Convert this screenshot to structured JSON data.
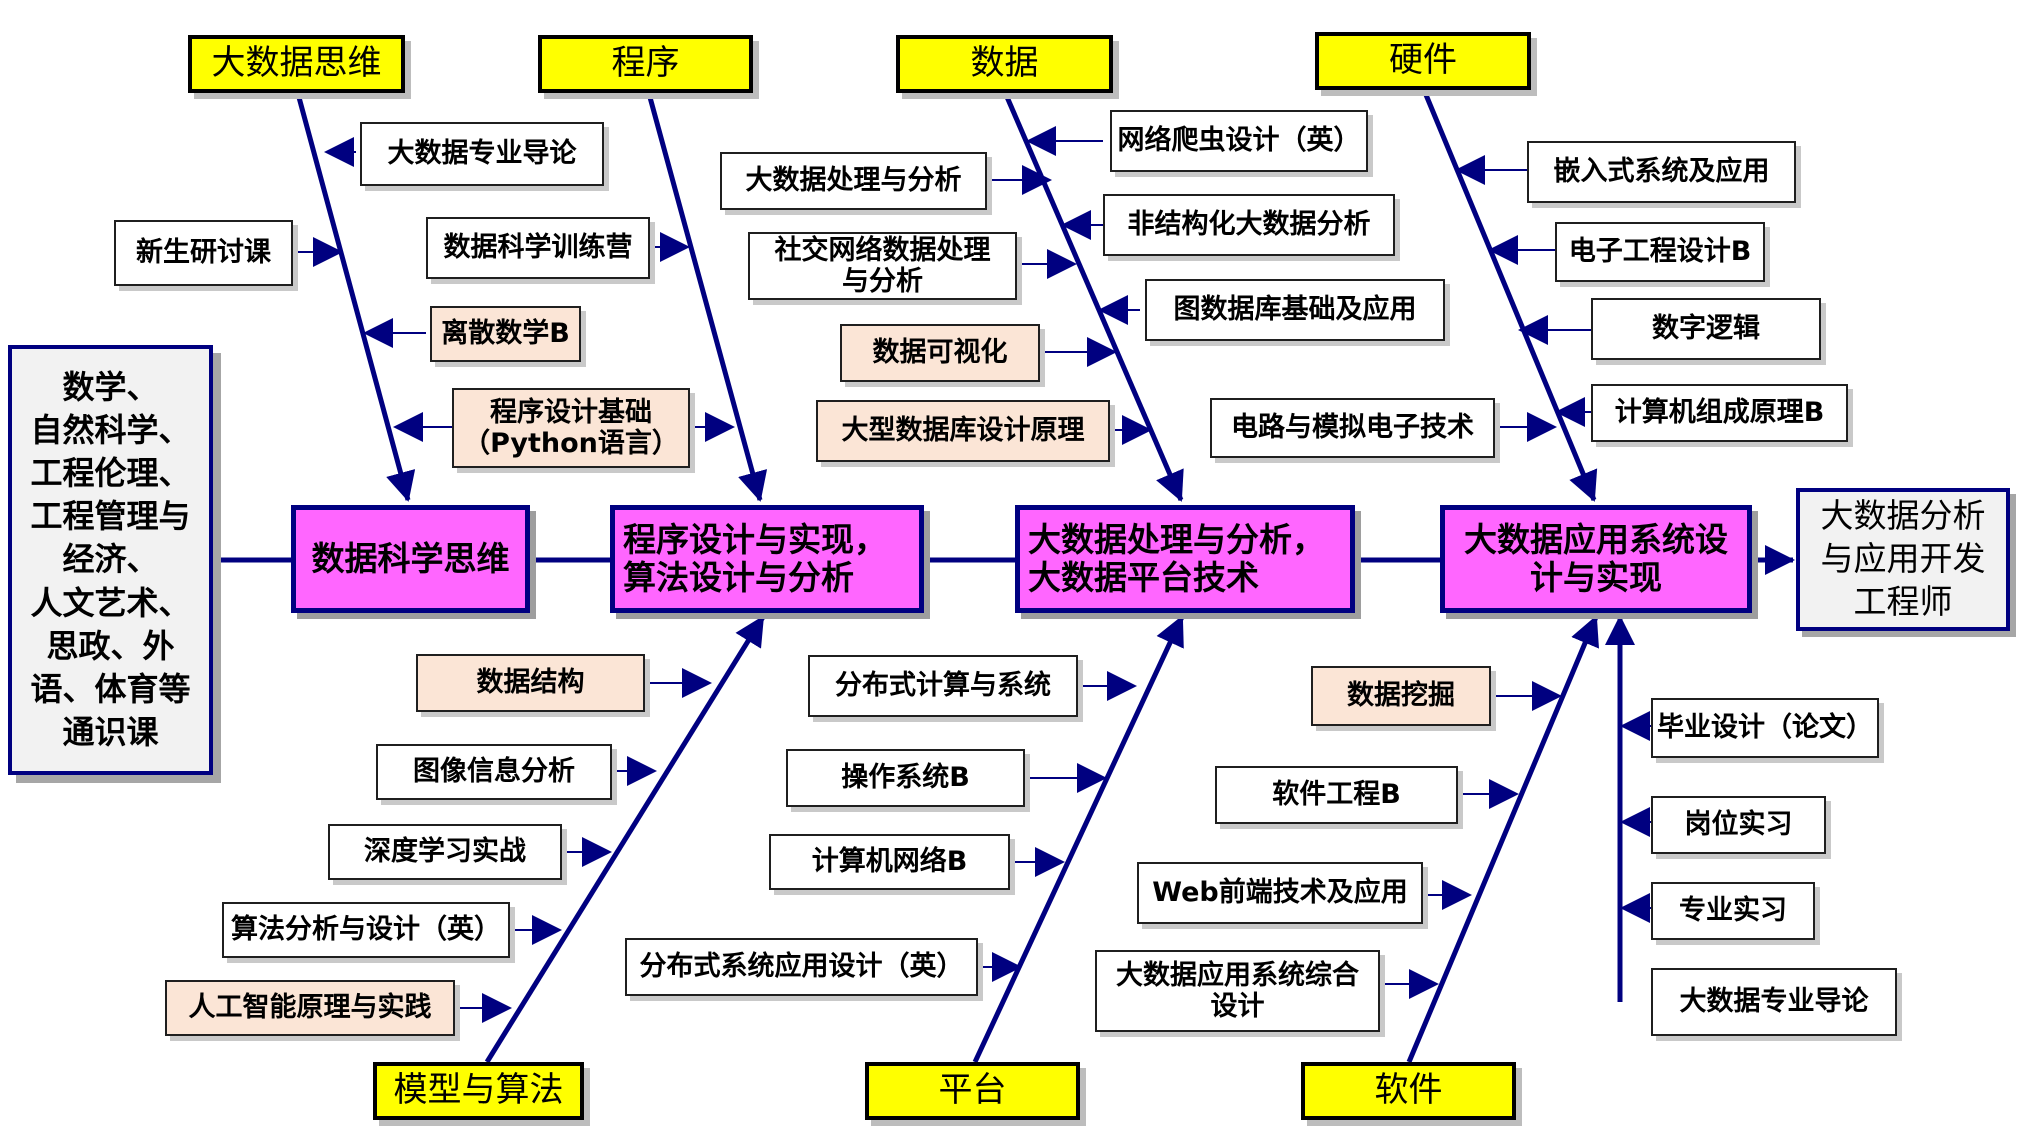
{
  "categories": {
    "thinking": "大数据思维",
    "programming": "程序",
    "data": "数据",
    "hardware": "硬件",
    "models": "模型与算法",
    "platform": "平台",
    "software": "软件"
  },
  "general": "数学、\n自然科学、\n工程伦理、\n工程管理与\n经济、\n人文艺术、\n思政、外\n语、体育等\n通识课",
  "stages": {
    "s1": "数据科学思维",
    "s2": "程序设计与实现，\n算法设计与分析",
    "s3": "大数据处理与分析，\n大数据平台技术",
    "s4": "大数据应用系统设\n计与实现"
  },
  "goal": "大数据分析\n与应用开发\n工程师",
  "courses": {
    "dsz_intro": "大数据专业导论",
    "freshman": "新生研讨课",
    "discrete": "离散数学B",
    "camp": "数据科学训练营",
    "python": "程序设计基础\n（Python语言）",
    "bd_process": "大数据处理与分析",
    "social": "社交网络数据处理\n与分析",
    "viz": "数据可视化",
    "bigdb": "大型数据库设计原理",
    "crawler": "网络爬虫设计（英）",
    "unstructured": "非结构化大数据分析",
    "graphdb": "图数据库基础及应用",
    "circuit": "电路与模拟电子技术",
    "embedded": "嵌入式系统及应用",
    "eedesign": "电子工程设计B",
    "digital": "数字逻辑",
    "organization": "计算机组成原理B",
    "ds": "数据结构",
    "image": "图像信息分析",
    "dl": "深度学习实战",
    "algo": "算法分析与设计（英）",
    "ai": "人工智能原理与实践",
    "distcomp": "分布式计算与系统",
    "os": "操作系统B",
    "network": "计算机网络B",
    "distapp": "分布式系统应用设计（英）",
    "mining": "数据挖掘",
    "se": "软件工程B",
    "web": "Web前端技术及应用",
    "bdapp": "大数据应用系统综合\n设计",
    "thesis": "毕业设计（论文）",
    "intern": "岗位实习",
    "practice": "专业实习",
    "intro2": "大数据专业导论"
  },
  "colors": {
    "spine": "#000080",
    "category_fill": "#ffff00",
    "stage_fill": "#ff66ff",
    "course_fill": "#ffffff",
    "course_accent_fill": "#fbe5d6",
    "general_fill": "#f2f2f2"
  }
}
